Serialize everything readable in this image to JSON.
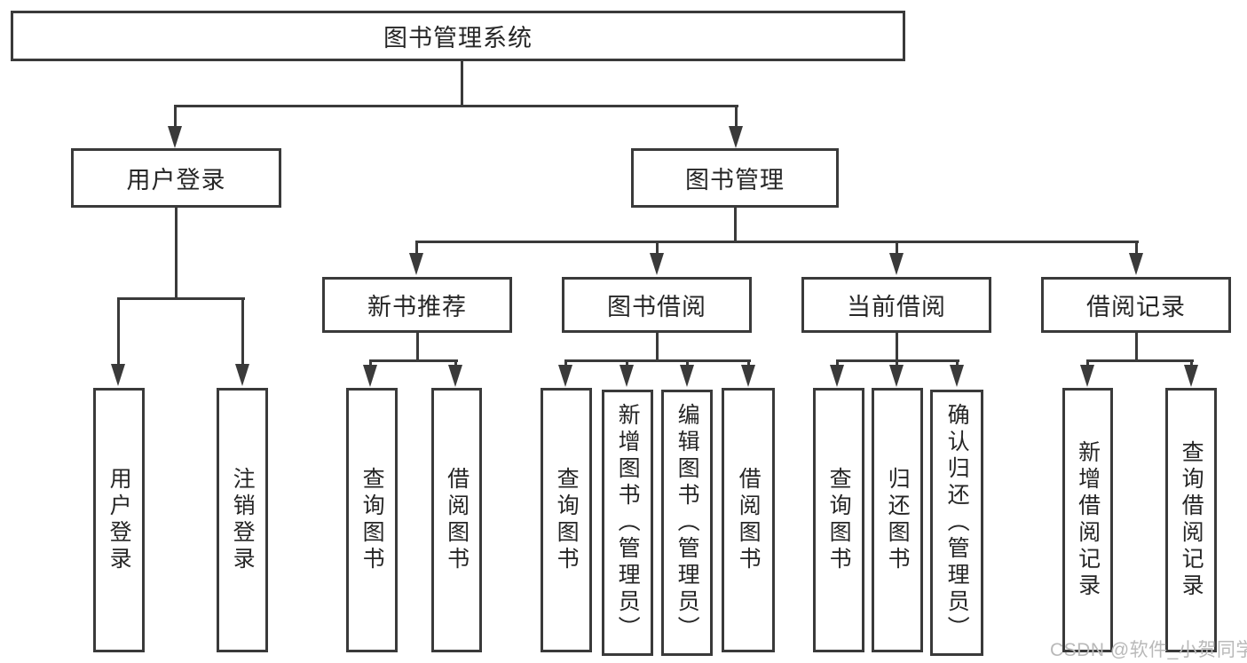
{
  "diagram": {
    "title": "图书管理系统",
    "root": {
      "label": "图书管理系统"
    },
    "user_login": {
      "label": "用户登录",
      "children": [
        {
          "label": "用户登录"
        },
        {
          "label": "注销登录"
        }
      ]
    },
    "book_mgmt": {
      "label": "图书管理",
      "sections": [
        {
          "label": "新书推荐",
          "children": [
            {
              "label": "查询图书"
            },
            {
              "label": "借阅图书"
            }
          ]
        },
        {
          "label": "图书借阅",
          "children": [
            {
              "label": "查询图书"
            },
            {
              "label": "新增图书（管理员）"
            },
            {
              "label": "编辑图书（管理员）"
            },
            {
              "label": "借阅图书"
            }
          ]
        },
        {
          "label": "当前借阅",
          "children": [
            {
              "label": "查询图书"
            },
            {
              "label": "归还图书"
            },
            {
              "label": "确认归还（管理员）"
            }
          ]
        },
        {
          "label": "借阅记录",
          "children": [
            {
              "label": "新增借阅记录"
            },
            {
              "label": "查询借阅记录"
            }
          ]
        }
      ]
    }
  },
  "watermark": {
    "text": "CSDN @软件_小贺同学"
  },
  "colors": {
    "line": "#3a3a3a",
    "text": "#262626",
    "background": "#ffffff",
    "watermark": "#b9b9b9"
  }
}
